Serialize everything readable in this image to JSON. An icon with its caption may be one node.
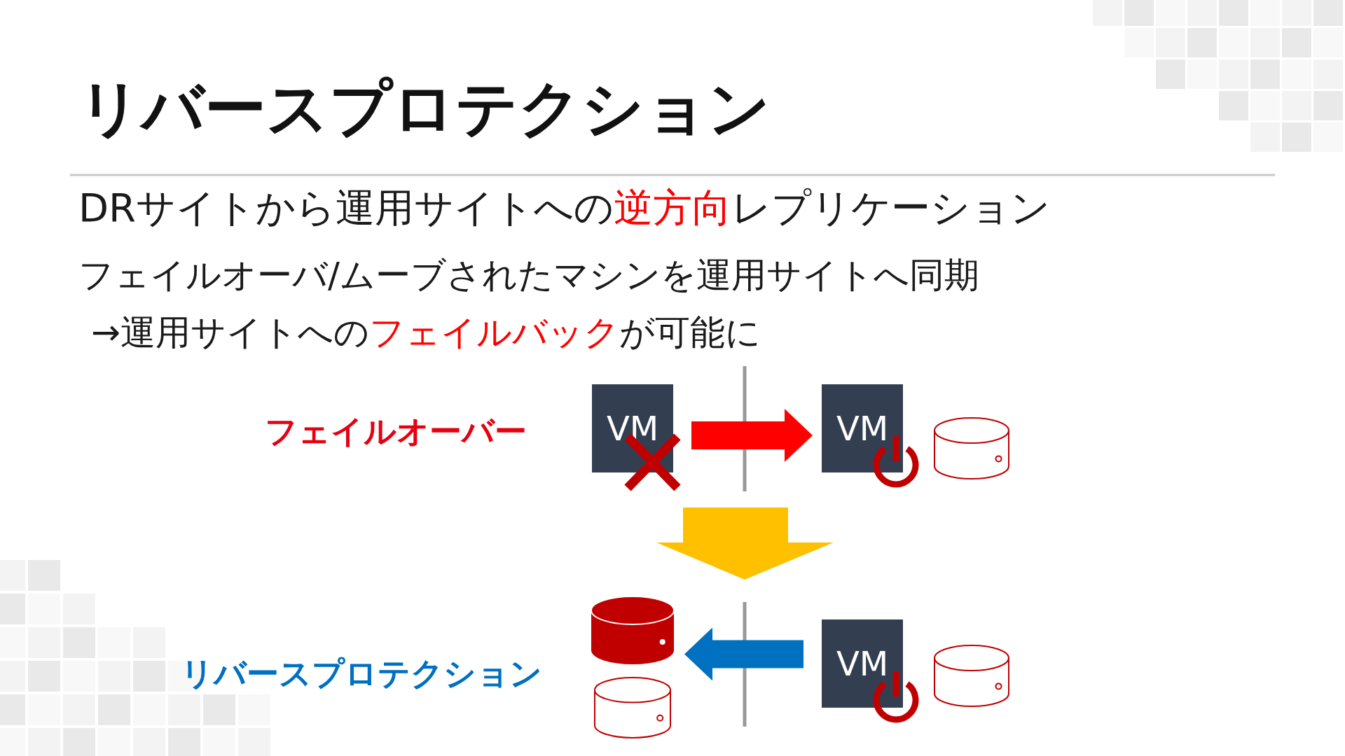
{
  "diagram": {
    "title": "リバースプロテクション",
    "nodes": [
      {
        "text": [
          "VM"
        ]
      },
      {
        "text": [
          "VM"
        ]
      },
      {
        "text": [],
        "shape": "cylinder"
      },
      {
        "text": [],
        "shape": "cylinder"
      },
      {
        "text": [],
        "shape": "cylinder"
      },
      {
        "text": [
          "VM"
        ]
      },
      {
        "text": [],
        "shape": "cylinder"
      }
    ],
    "edges": [
      {
        "from": 0,
        "to": 1,
        "arrow": "to",
        "style": "thick",
        "color": "#ff0000"
      },
      {
        "from": 5,
        "to": 3,
        "arrow": "to",
        "style": "thick",
        "color": "#0070c0"
      }
    ],
    "labels": [
      "DRサイトから運用サイトへの**逆方向**レプリケーション",
      "フェイルオーバ/ムーブされたマシンを運用サイトへ同期",
      "→運用サイトへの**フェイルバック**が可能に",
      "フェイルオーバー",
      "リバースプロテクション"
    ]
  }
}
